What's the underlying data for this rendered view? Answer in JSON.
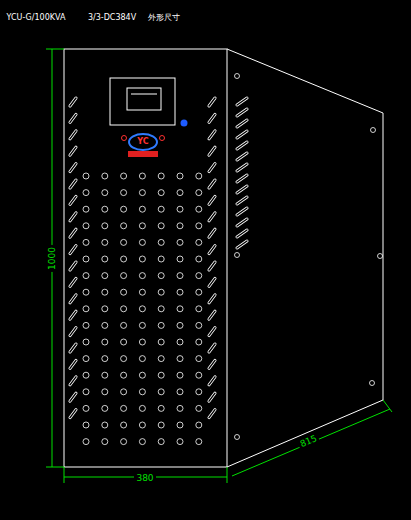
{
  "diagram": {
    "labels": [
      "YCU-G/100KVA",
      "3/3-DC384V",
      "外形尺寸",
      "YC",
      "1000",
      "380",
      "815"
    ]
  }
}
